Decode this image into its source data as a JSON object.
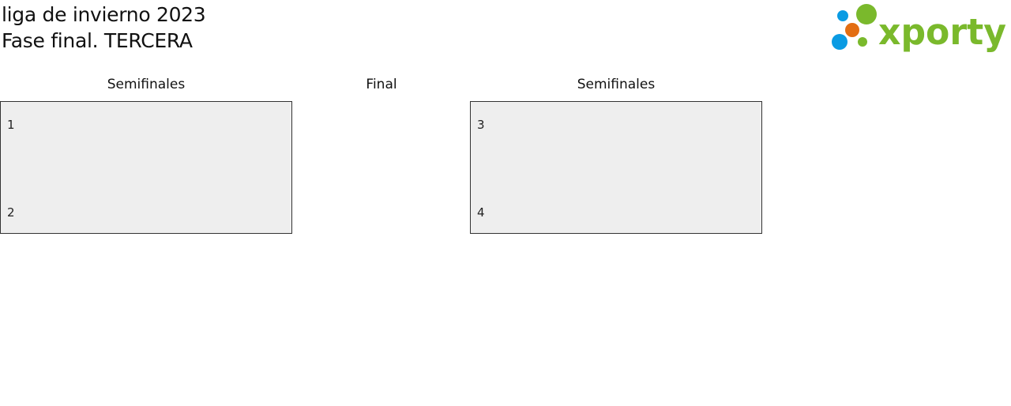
{
  "header": {
    "title": "liga de invierno 2023",
    "subtitle": "Fase final. TERCERA",
    "logo_text": "xporty",
    "logo_colors": {
      "green": "#7ab92c",
      "blue": "#0a9be3",
      "orange": "#e36e12"
    }
  },
  "rounds": [
    {
      "label": "Semifinales"
    },
    {
      "label": "Final"
    },
    {
      "label": "Semifinales"
    }
  ],
  "matches": [
    {
      "top_seed": "1",
      "bottom_seed": "2"
    },
    {
      "top_seed": "3",
      "bottom_seed": "4"
    }
  ],
  "colors": {
    "box_fill": "#eeeeee",
    "box_border": "#333333"
  }
}
